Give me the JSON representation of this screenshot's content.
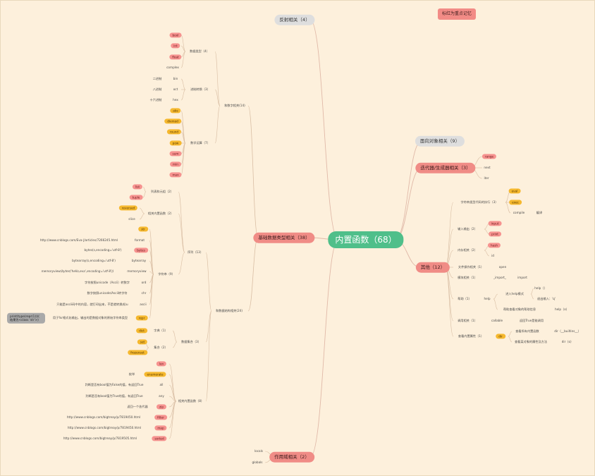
{
  "legend": "标红为重点记忆",
  "root": "内置函数（68）",
  "branches": {
    "reflect": "反射相关（4）",
    "oop": "面向对象相关（9）",
    "iter": "迭代器/生成器相关（3）",
    "other": "其他（12）",
    "scope": "作用域相关（2）",
    "basic": "基础数据类型相关（38）"
  },
  "iter_items": [
    "range",
    "next",
    "iter"
  ],
  "scope_items": [
    "locals",
    "globals"
  ],
  "other": {
    "string_exec": "字符串类型代码的执行（3）",
    "eval": "eval",
    "exec": "exec",
    "compile": "compile",
    "compile_note": "编译",
    "io": "输入输出（2）",
    "input": "input",
    "print": "print",
    "memory": "内存相关（2）",
    "hash": "hash",
    "id": "id",
    "file": "文件操作相关（1）",
    "open": "open",
    "module": "模块相关（1）",
    "import_kw": "_import_",
    "import_note": "import",
    "help_group": "帮助（1）",
    "help": "help",
    "help_mode": "进入help模式",
    "help_call": "help（）",
    "help_quit": "退出输入：'q'",
    "help_info": "帮助查看对象的帮助信息",
    "help_o": "help（o）",
    "callable_group": "调用相关（1）",
    "callable": "callable",
    "callable_note": "返回True是能调用",
    "builtin_attr": "查看内置属性（1）",
    "dir": "dir",
    "dir_all": "查看所有内置函数",
    "dir_builtins": "dir（__builtins__）",
    "dir_obj": "查看某对象的属性及方法",
    "dir_o": "dir（o）"
  },
  "numbers": {
    "group": "和数字相关(14)",
    "types": "数据类型（4）",
    "types_items": [
      "bool",
      "int",
      "float",
      "complex"
    ],
    "conv": "进制转换（3）",
    "conv_items": [
      "bin",
      "oct",
      "hex"
    ],
    "conv_labels": [
      "二进制",
      "八进制",
      "十六进制"
    ],
    "math": "数学运算（7）",
    "math_items": [
      "abs",
      "divmod",
      "round",
      "pow",
      "sum",
      "min",
      "max"
    ]
  },
  "ds": {
    "group": "和数据结构相关(24)",
    "seq": "序列（13）",
    "lists": "列表和元组（2）",
    "lists_items": [
      "list",
      "tuple"
    ],
    "related": "相关内置函数（2）",
    "related_items": [
      "reversed",
      "slice"
    ],
    "str": "字符串（9）",
    "str_items": [
      "str",
      "format",
      "bytes",
      "bytearray",
      "memoryview",
      "ord",
      "chr",
      "ascii",
      "repr"
    ],
    "str_notes": [
      "http://www.cnblogs.com/Eva-J/articles/7266245.html",
      "bytes(s,encoding='utf-8')",
      "bytearray(s,encoding='utf-8')",
      "memoryview(bytes('hello,eva',encoding='utf-8'))",
      "字符按照unicode（Ascii）转数字",
      "数字按照unicode/Ascii转字符",
      "只能是ascii码中的内容，就打印出来，不是就转换成\\u",
      "用于%r格式化输出，输出的是数据对象的原始字符串类型"
    ],
    "repr_grey": "print(type(repr(1)))(\n结果为<class 'str'>)",
    "sets": "数据集合（3）",
    "dict": "字典（1）",
    "dict_item": "dict",
    "set": "集合（2）",
    "set_items": [
      "set",
      "frozenset"
    ],
    "builtins": "相关内置函数（8）",
    "b_items": [
      "len",
      "enumerate",
      "all",
      "any",
      "zip",
      "filter",
      "map",
      "sorted"
    ],
    "b_notes": [
      "枚举",
      "判断是否有bool值为False的值，有返回True",
      "判断是否有bool值为True的值，有返回True",
      "返回一个迭代器",
      "http://www.cnblogs.com/bigtreay/p/7819450.html",
      "http://www.cnblogs.com/bigtreay/p/7819450.html",
      "http://www.cnblogs.com/bigtreay/p/7819505.html"
    ]
  }
}
